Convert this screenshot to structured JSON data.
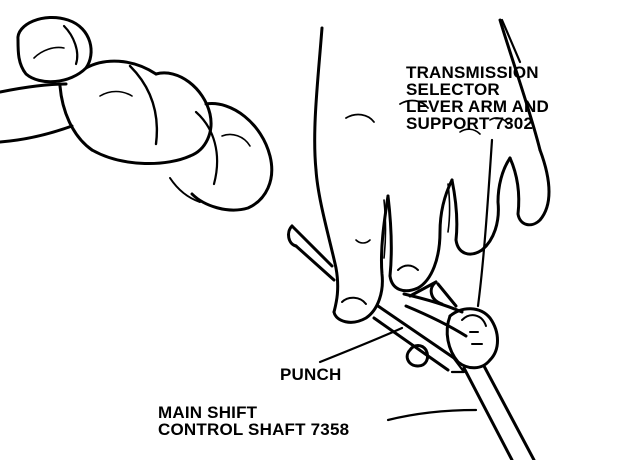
{
  "labels": {
    "selector_arm": "TRANSMISSION\nSELECTOR\nLEVER ARM AND\nSUPPORT 7302",
    "punch": "PUNCH",
    "main_shift": "MAIN SHIFT\nCONTROL SHAFT 7358"
  },
  "colors": {
    "ink": "#000000",
    "paper": "#ffffff"
  }
}
